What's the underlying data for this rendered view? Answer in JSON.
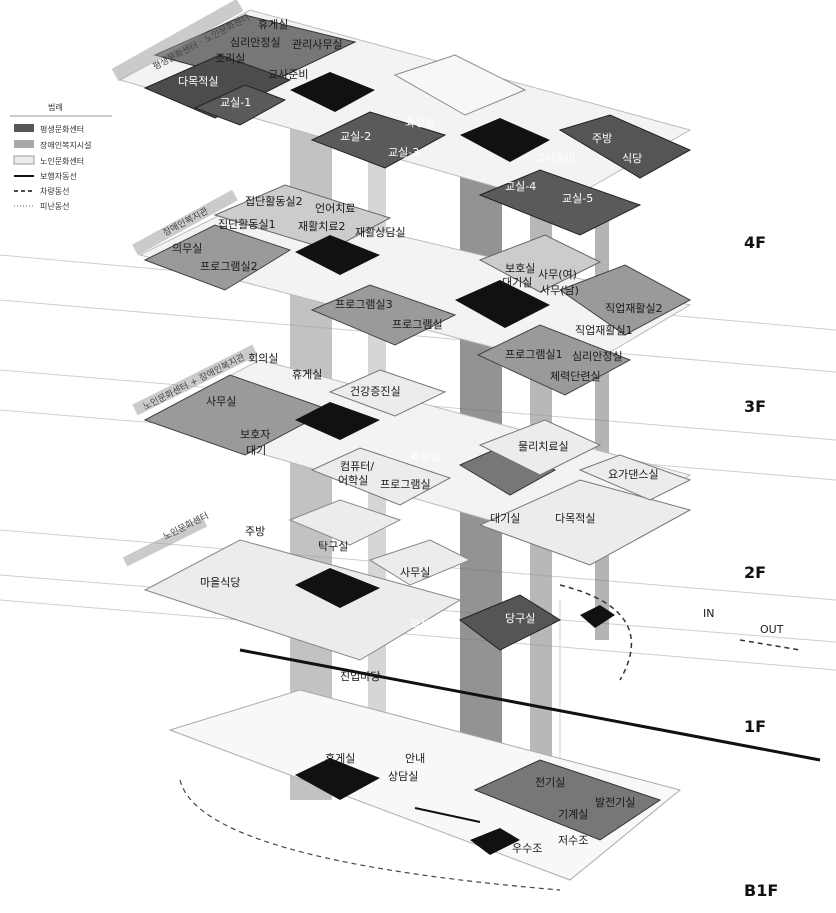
{
  "legend": {
    "title": "범례",
    "items": [
      {
        "label": "평생문화센터",
        "fill": "#555555"
      },
      {
        "label": "장애인복지시설",
        "fill": "#a8a8a8"
      },
      {
        "label": "노인문화센터",
        "fill": "#ececec"
      },
      {
        "label": "보행자동선",
        "line": "solid"
      },
      {
        "label": "차량동선",
        "line": "dashed"
      },
      {
        "label": "피난동선",
        "line": "dotted"
      }
    ]
  },
  "floors": {
    "f4": "4F",
    "f3": "3F",
    "f2": "2F",
    "f1": "1F",
    "b1": "B1F"
  },
  "banners": {
    "b4": "평생문화센터 · 노인문화센터",
    "b3": "장애인복지관",
    "b2": "노인문화센터 + 장애인복지관",
    "b1": "노인문화센터"
  },
  "rooms4": {
    "r1": "휴게실",
    "r2": "심리안정실",
    "r3": "관리사무실",
    "r4": "조리실",
    "r5": "다목적실",
    "r6": "교사준비",
    "r7": "교실-1",
    "r8": "교실-2",
    "r9": "교실-3",
    "r10": "화장실",
    "r11": "교사준비",
    "r12": "주방",
    "r13": "식당",
    "r14": "교실-4",
    "r15": "교실-5"
  },
  "rooms3": {
    "r1": "집단활동실2",
    "r2": "언어치료",
    "r3": "집단활동실1",
    "r4": "재활치료2",
    "r5": "재활상담실",
    "r6": "의무실",
    "r7": "프로그램실2",
    "r8": "보호실",
    "r9": "대기실",
    "r10": "사무(여)",
    "r11": "사무(남)",
    "r12": "프로그램실3",
    "r13": "프로그램실",
    "r14": "직업재활실2",
    "r15": "직업재활실1",
    "r16": "프로그램실1",
    "r17": "심리안정실",
    "r18": "체력단련실"
  },
  "rooms2": {
    "r1": "회의실",
    "r2": "휴게실",
    "r3": "사무실",
    "r4": "건강증진실",
    "r5": "보호자",
    "r6": "대기",
    "r7": "화장실",
    "r8": "물리치료실",
    "r9": "컴퓨터/",
    "r10": "어학실",
    "r11": "프로그램실",
    "r12": "요가댄스실",
    "r13": "대기실",
    "r14": "다목적실"
  },
  "rooms1": {
    "r1": "주방",
    "r2": "탁구실",
    "r3": "마을식당",
    "r4": "사무실",
    "r5": "화장실",
    "r6": "당구실",
    "r7": "진입마당",
    "in": "IN",
    "out": "OUT"
  },
  "roomsB": {
    "r1": "휴게실",
    "r2": "안내",
    "r3": "상담실",
    "r4": "전기실",
    "r5": "기계실",
    "r6": "발전기실",
    "r7": "우수조",
    "r8": "저수조"
  },
  "colors": {
    "dark": "#555555",
    "mid": "#a8a8a8",
    "light": "#ececec",
    "core": "#1a1a1a"
  }
}
